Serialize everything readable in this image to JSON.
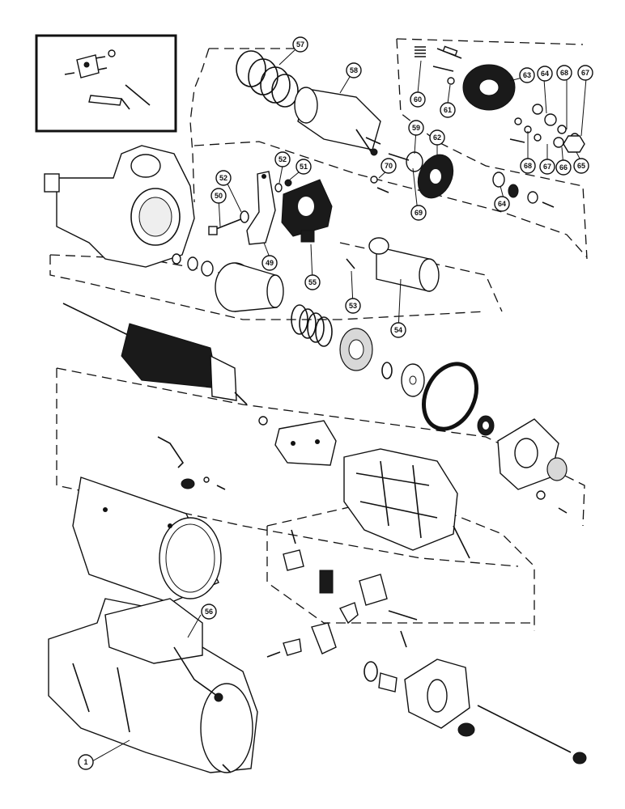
{
  "callouts": [
    {
      "id": "c57",
      "label": "57"
    },
    {
      "id": "c58",
      "label": "58"
    },
    {
      "id": "c60",
      "label": "60"
    },
    {
      "id": "c61",
      "label": "61"
    },
    {
      "id": "c63",
      "label": "63"
    },
    {
      "id": "c64a",
      "label": "64"
    },
    {
      "id": "c68a",
      "label": "68"
    },
    {
      "id": "c67a",
      "label": "67"
    },
    {
      "id": "c59",
      "label": "59"
    },
    {
      "id": "c62",
      "label": "62"
    },
    {
      "id": "c70",
      "label": "70"
    },
    {
      "id": "c69",
      "label": "69"
    },
    {
      "id": "c68b",
      "label": "68"
    },
    {
      "id": "c67b",
      "label": "67"
    },
    {
      "id": "c66",
      "label": "66"
    },
    {
      "id": "c65",
      "label": "65"
    },
    {
      "id": "c64b",
      "label": "64"
    },
    {
      "id": "c52a",
      "label": "52"
    },
    {
      "id": "c52b",
      "label": "52"
    },
    {
      "id": "c51",
      "label": "51"
    },
    {
      "id": "c50",
      "label": "50"
    },
    {
      "id": "c49",
      "label": "49"
    },
    {
      "id": "c55",
      "label": "55"
    },
    {
      "id": "c53",
      "label": "53"
    },
    {
      "id": "c54",
      "label": "54"
    },
    {
      "id": "c56",
      "label": "56"
    },
    {
      "id": "c1",
      "label": "1"
    }
  ]
}
